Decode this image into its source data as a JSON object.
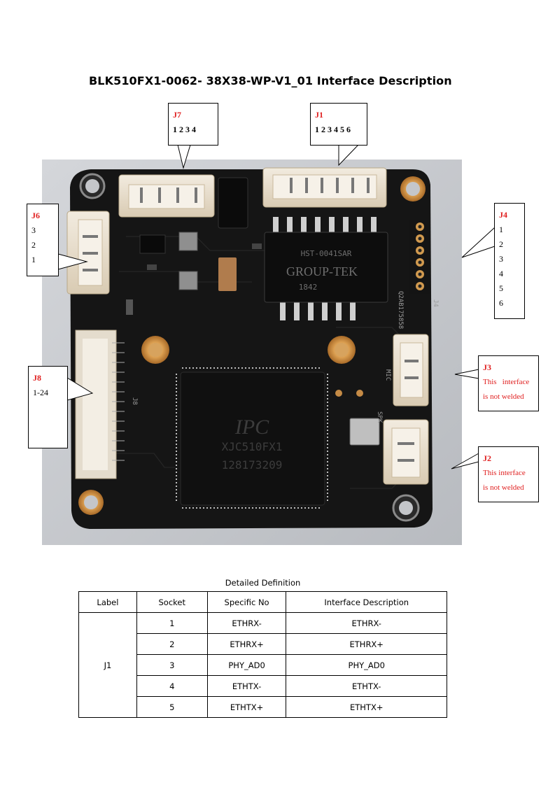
{
  "title": "BLK510FX1-0062- 38X38-WP-V1_01 Interface Description",
  "board": {
    "transformer_text_1": "HST-0041SAR",
    "transformer_text_2": "GROUP-TEK",
    "transformer_text_3": "1842",
    "chip_text_1": "IPC",
    "chip_text_2": "XJC510FX1",
    "chip_text_3": "128173209",
    "silk_mic": "MIC",
    "silk_spk": "SPK",
    "silk_j8": "J8",
    "silk_j4": "J4",
    "silk_serial": "Q2AB175858"
  },
  "callouts": {
    "j7": {
      "label": "J7",
      "pins": "1 2 3 4"
    },
    "j1": {
      "label": "J1",
      "pins": "1 2 3 4 5 6"
    },
    "j6": {
      "label": "J6",
      "pins": [
        "3",
        "2",
        "1"
      ]
    },
    "j4": {
      "label": "J4",
      "pins": [
        "1",
        "2",
        "3",
        "4",
        "5",
        "6"
      ]
    },
    "j8": {
      "label": "J8",
      "pins": "1-24"
    },
    "j3": {
      "label": "J3",
      "note_1": "This   interface",
      "note_2": "is not welded"
    },
    "j2": {
      "label": "J2",
      "note_1": "This interface",
      "note_2": "is not welded"
    }
  },
  "table": {
    "caption": "Detailed Definition",
    "headers": [
      "Label",
      "Socket",
      "Specific No",
      "Interface Description"
    ],
    "group_label": "J1",
    "rows": [
      [
        "1",
        "ETHRX-",
        "ETHRX-"
      ],
      [
        "2",
        "ETHRX+",
        "ETHRX+"
      ],
      [
        "3",
        "PHY_AD0",
        "PHY_AD0"
      ],
      [
        "4",
        "ETHTX-",
        "ETHTX-"
      ],
      [
        "5",
        "ETHTX+",
        "ETHTX+"
      ]
    ]
  },
  "colors": {
    "label_red": "#e02020",
    "pcb": "#141414",
    "copper": "#c98a3a",
    "connector": "#e8dcc8",
    "photo_bg": "#c8cbd0"
  }
}
